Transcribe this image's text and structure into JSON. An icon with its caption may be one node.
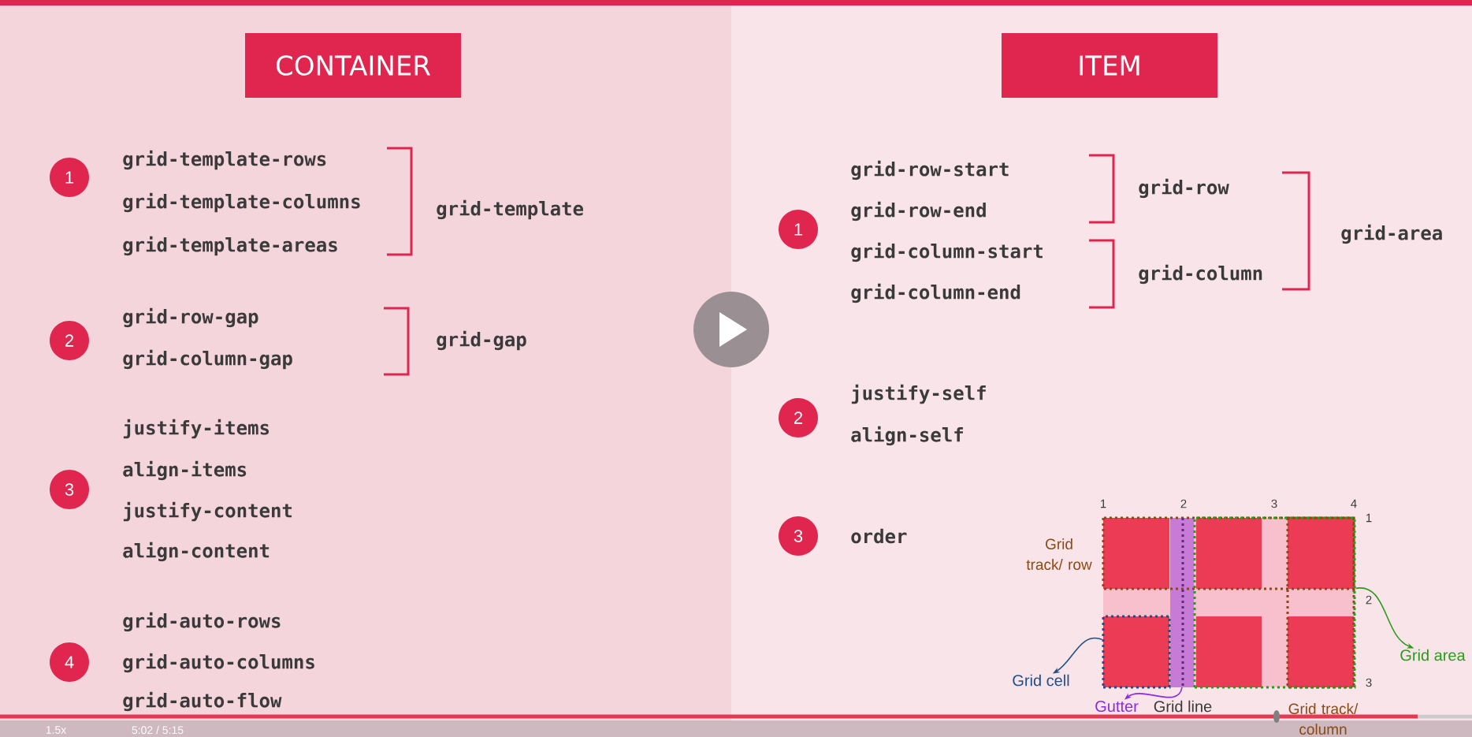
{
  "diagram": {
    "nodes": [
      {
        "text": [
          "CONTAINER"
        ]
      },
      {
        "text": [
          "ITEM"
        ]
      },
      {
        "text": [
          "1"
        ]
      },
      {
        "text": [
          "2"
        ]
      },
      {
        "text": [
          "3"
        ]
      },
      {
        "text": [
          "4"
        ]
      },
      {
        "text": [
          "1"
        ]
      },
      {
        "text": [
          "2"
        ]
      },
      {
        "text": [
          "3"
        ]
      },
      {
        "text": [
          "Grid cell"
        ]
      },
      {
        "text": [
          "Gutter"
        ]
      },
      {
        "text": [
          "Grid area"
        ]
      },
      {
        "text": [],
        "shape": "box"
      },
      {
        "text": [],
        "shape": "bar"
      },
      {
        "text": [],
        "shape": "box"
      }
    ],
    "edges": [
      {
        "from": 12,
        "to": 9,
        "arrow": "to",
        "color": "#1f4f85"
      },
      {
        "from": 13,
        "to": 10,
        "arrow": "to",
        "color": "#8a2be2"
      },
      {
        "from": 14,
        "to": 11,
        "arrow": "to",
        "color": "#2a9a1a"
      }
    ],
    "labels": [
      "grid-template-rows",
      "grid-template-columns",
      "grid-template-areas",
      "grid-template",
      "grid-row-gap",
      "grid-column-gap",
      "grid-gap",
      "justify-items",
      "align-items",
      "justify-content",
      "align-content",
      "grid-auto-rows",
      "grid-auto-columns",
      "grid-auto-flow",
      "grid-row-start",
      "grid-row-end",
      "grid-column-start",
      "grid-column-end",
      "grid-row",
      "grid-column",
      "grid-area",
      "justify-self",
      "align-self",
      "order",
      "1",
      "2",
      "3",
      "4",
      "1",
      "2",
      "3",
      "Grid track/ row",
      "Grid line",
      "Grid track/ column",
      "1.5x",
      "5:02 / 5:15"
    ]
  }
}
